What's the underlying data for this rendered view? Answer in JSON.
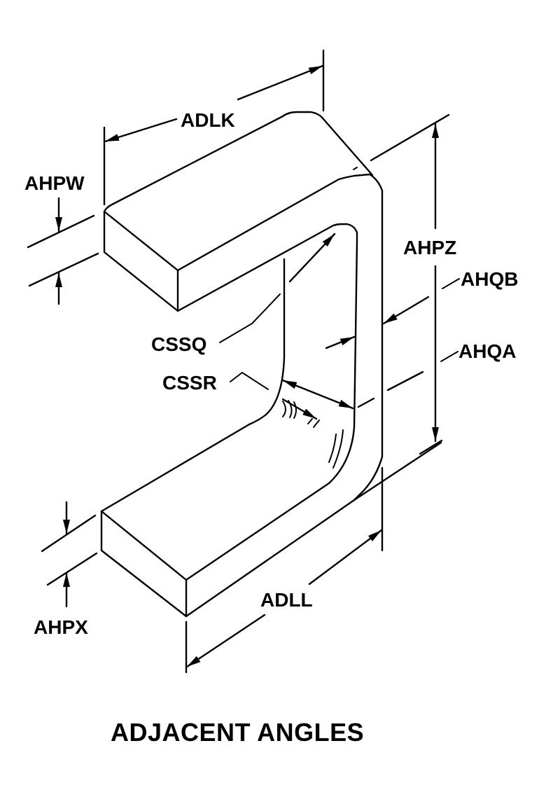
{
  "title": "ADJACENT ANGLES",
  "labels": {
    "adlk": "ADLK",
    "adll": "ADLL",
    "ahpw": "AHPW",
    "ahpx": "AHPX",
    "ahpz": "AHPZ",
    "ahqb": "AHQB",
    "ahqa": "AHQA",
    "cssq": "CSSQ",
    "cssr": "CSSR"
  },
  "colors": {
    "ink": "#000000",
    "paper": "#ffffff"
  }
}
